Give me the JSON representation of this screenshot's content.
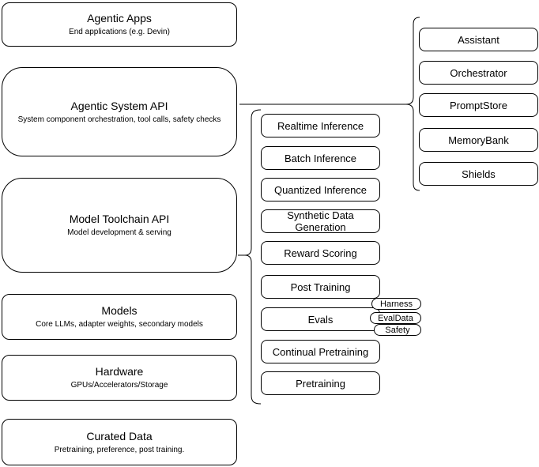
{
  "left_stack": [
    {
      "title": "Agentic Apps",
      "subtitle": "End applications (e.g. Devin)"
    },
    {
      "title": "Agentic System API",
      "subtitle": "System component orchestration, tool calls, safety checks"
    },
    {
      "title": "Model Toolchain API",
      "subtitle": "Model development & serving"
    },
    {
      "title": "Models",
      "subtitle": "Core LLMs, adapter weights, secondary models"
    },
    {
      "title": "Hardware",
      "subtitle": "GPUs/Accelerators/Storage"
    },
    {
      "title": "Curated Data",
      "subtitle": "Pretraining, preference, post training."
    }
  ],
  "toolchain_group": {
    "items": [
      "Realtime Inference",
      "Batch Inference",
      "Quantized Inference",
      "Synthetic Data Generation",
      "Reward Scoring",
      "Post Training",
      "Evals",
      "Continual Pretraining",
      "Pretraining"
    ],
    "eval_tags": [
      "Harness",
      "EvalData",
      "Safety"
    ]
  },
  "system_group": {
    "items": [
      "Assistant",
      "Orchestrator",
      "PromptStore",
      "MemoryBank",
      "Shields"
    ]
  },
  "colors": {
    "stroke": "#000000",
    "fill": "#ffffff"
  }
}
